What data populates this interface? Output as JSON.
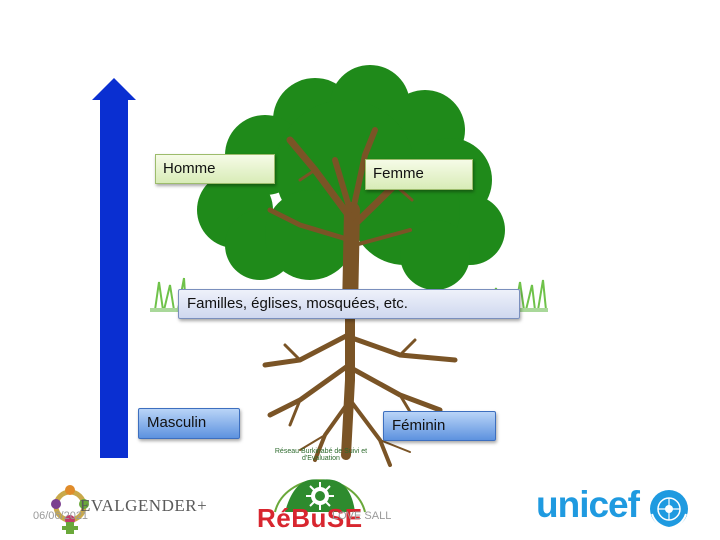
{
  "labels": {
    "homme": "Homme",
    "femme": "Femme",
    "familles": "Familles, églises, mosquées, etc.",
    "masculin": "Masculin",
    "feminin": "Féminin"
  },
  "footer": {
    "date": "06/06/2021",
    "author": "LOVE SALL"
  },
  "logos": {
    "evalgender": "EVALGENDER+",
    "rebuse": "RéBuSE",
    "rebuse_arc": "Réseau Burkinabé de Suivi et d'Evaluation",
    "unicef": "unicef"
  },
  "colors": {
    "arrow": "#0a2fd1",
    "foliage": "#1f8a1a",
    "trunk": "#7a5426",
    "unicef": "#1f9ae0",
    "rebuse_red": "#d8262f"
  }
}
